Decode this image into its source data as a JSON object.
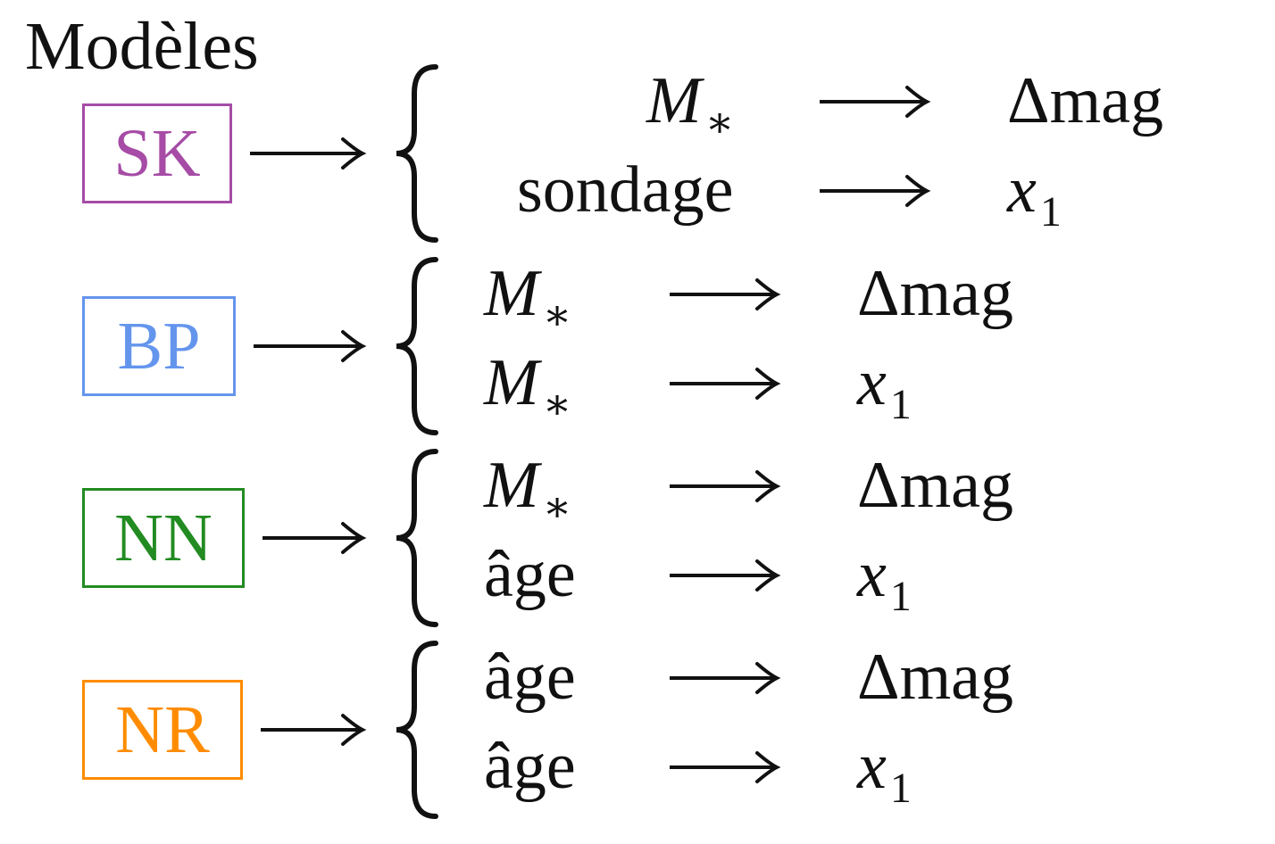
{
  "title": "Modèles",
  "models": [
    {
      "label": "SK",
      "color": "#a64ca6",
      "rows": [
        {
          "input": "M",
          "input_sub": "∗",
          "output": "Δmag"
        },
        {
          "input": "sondage",
          "input_sub": "",
          "output": "x",
          "output_sub": "1"
        }
      ]
    },
    {
      "label": "BP",
      "color": "#6495ed",
      "rows": [
        {
          "input": "M",
          "input_sub": "∗",
          "output": "Δmag"
        },
        {
          "input": "M",
          "input_sub": "∗",
          "output": "x",
          "output_sub": "1"
        }
      ]
    },
    {
      "label": "NN",
      "color": "#228b22",
      "rows": [
        {
          "input": "M",
          "input_sub": "∗",
          "output": "Δmag"
        },
        {
          "input": "âge",
          "input_sub": "",
          "output": "x",
          "output_sub": "1"
        }
      ]
    },
    {
      "label": "NR",
      "color": "#ff8c00",
      "rows": [
        {
          "input": "âge",
          "input_sub": "",
          "output": "Δmag"
        },
        {
          "input": "âge",
          "input_sub": "",
          "output": "x",
          "output_sub": "1"
        }
      ]
    }
  ]
}
